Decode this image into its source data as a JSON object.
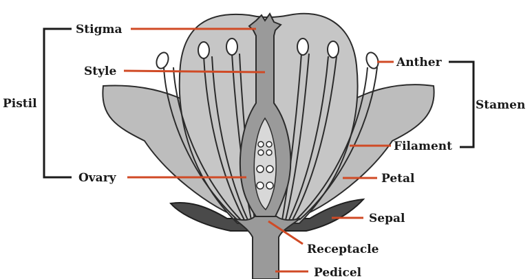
{
  "labels": {
    "stigma": "Stigma",
    "style": "Style",
    "ovary": "Ovary",
    "pistil": "Pistil",
    "anther": "Anther",
    "stamen": "Stamen",
    "filament": "Filament",
    "petal": "Petal",
    "sepal": "Sepal",
    "receptacle": "Receptacle",
    "pedicel": "Pedicel"
  },
  "colors": {
    "leader_line": "#d04a25",
    "petal_fill": "#b5b5b5",
    "petal_inner": "#cfcfcf",
    "pistil_fill": "#9a9a9a",
    "sepal_fill": "#4a4a4a",
    "outline": "#2b2b2b"
  }
}
